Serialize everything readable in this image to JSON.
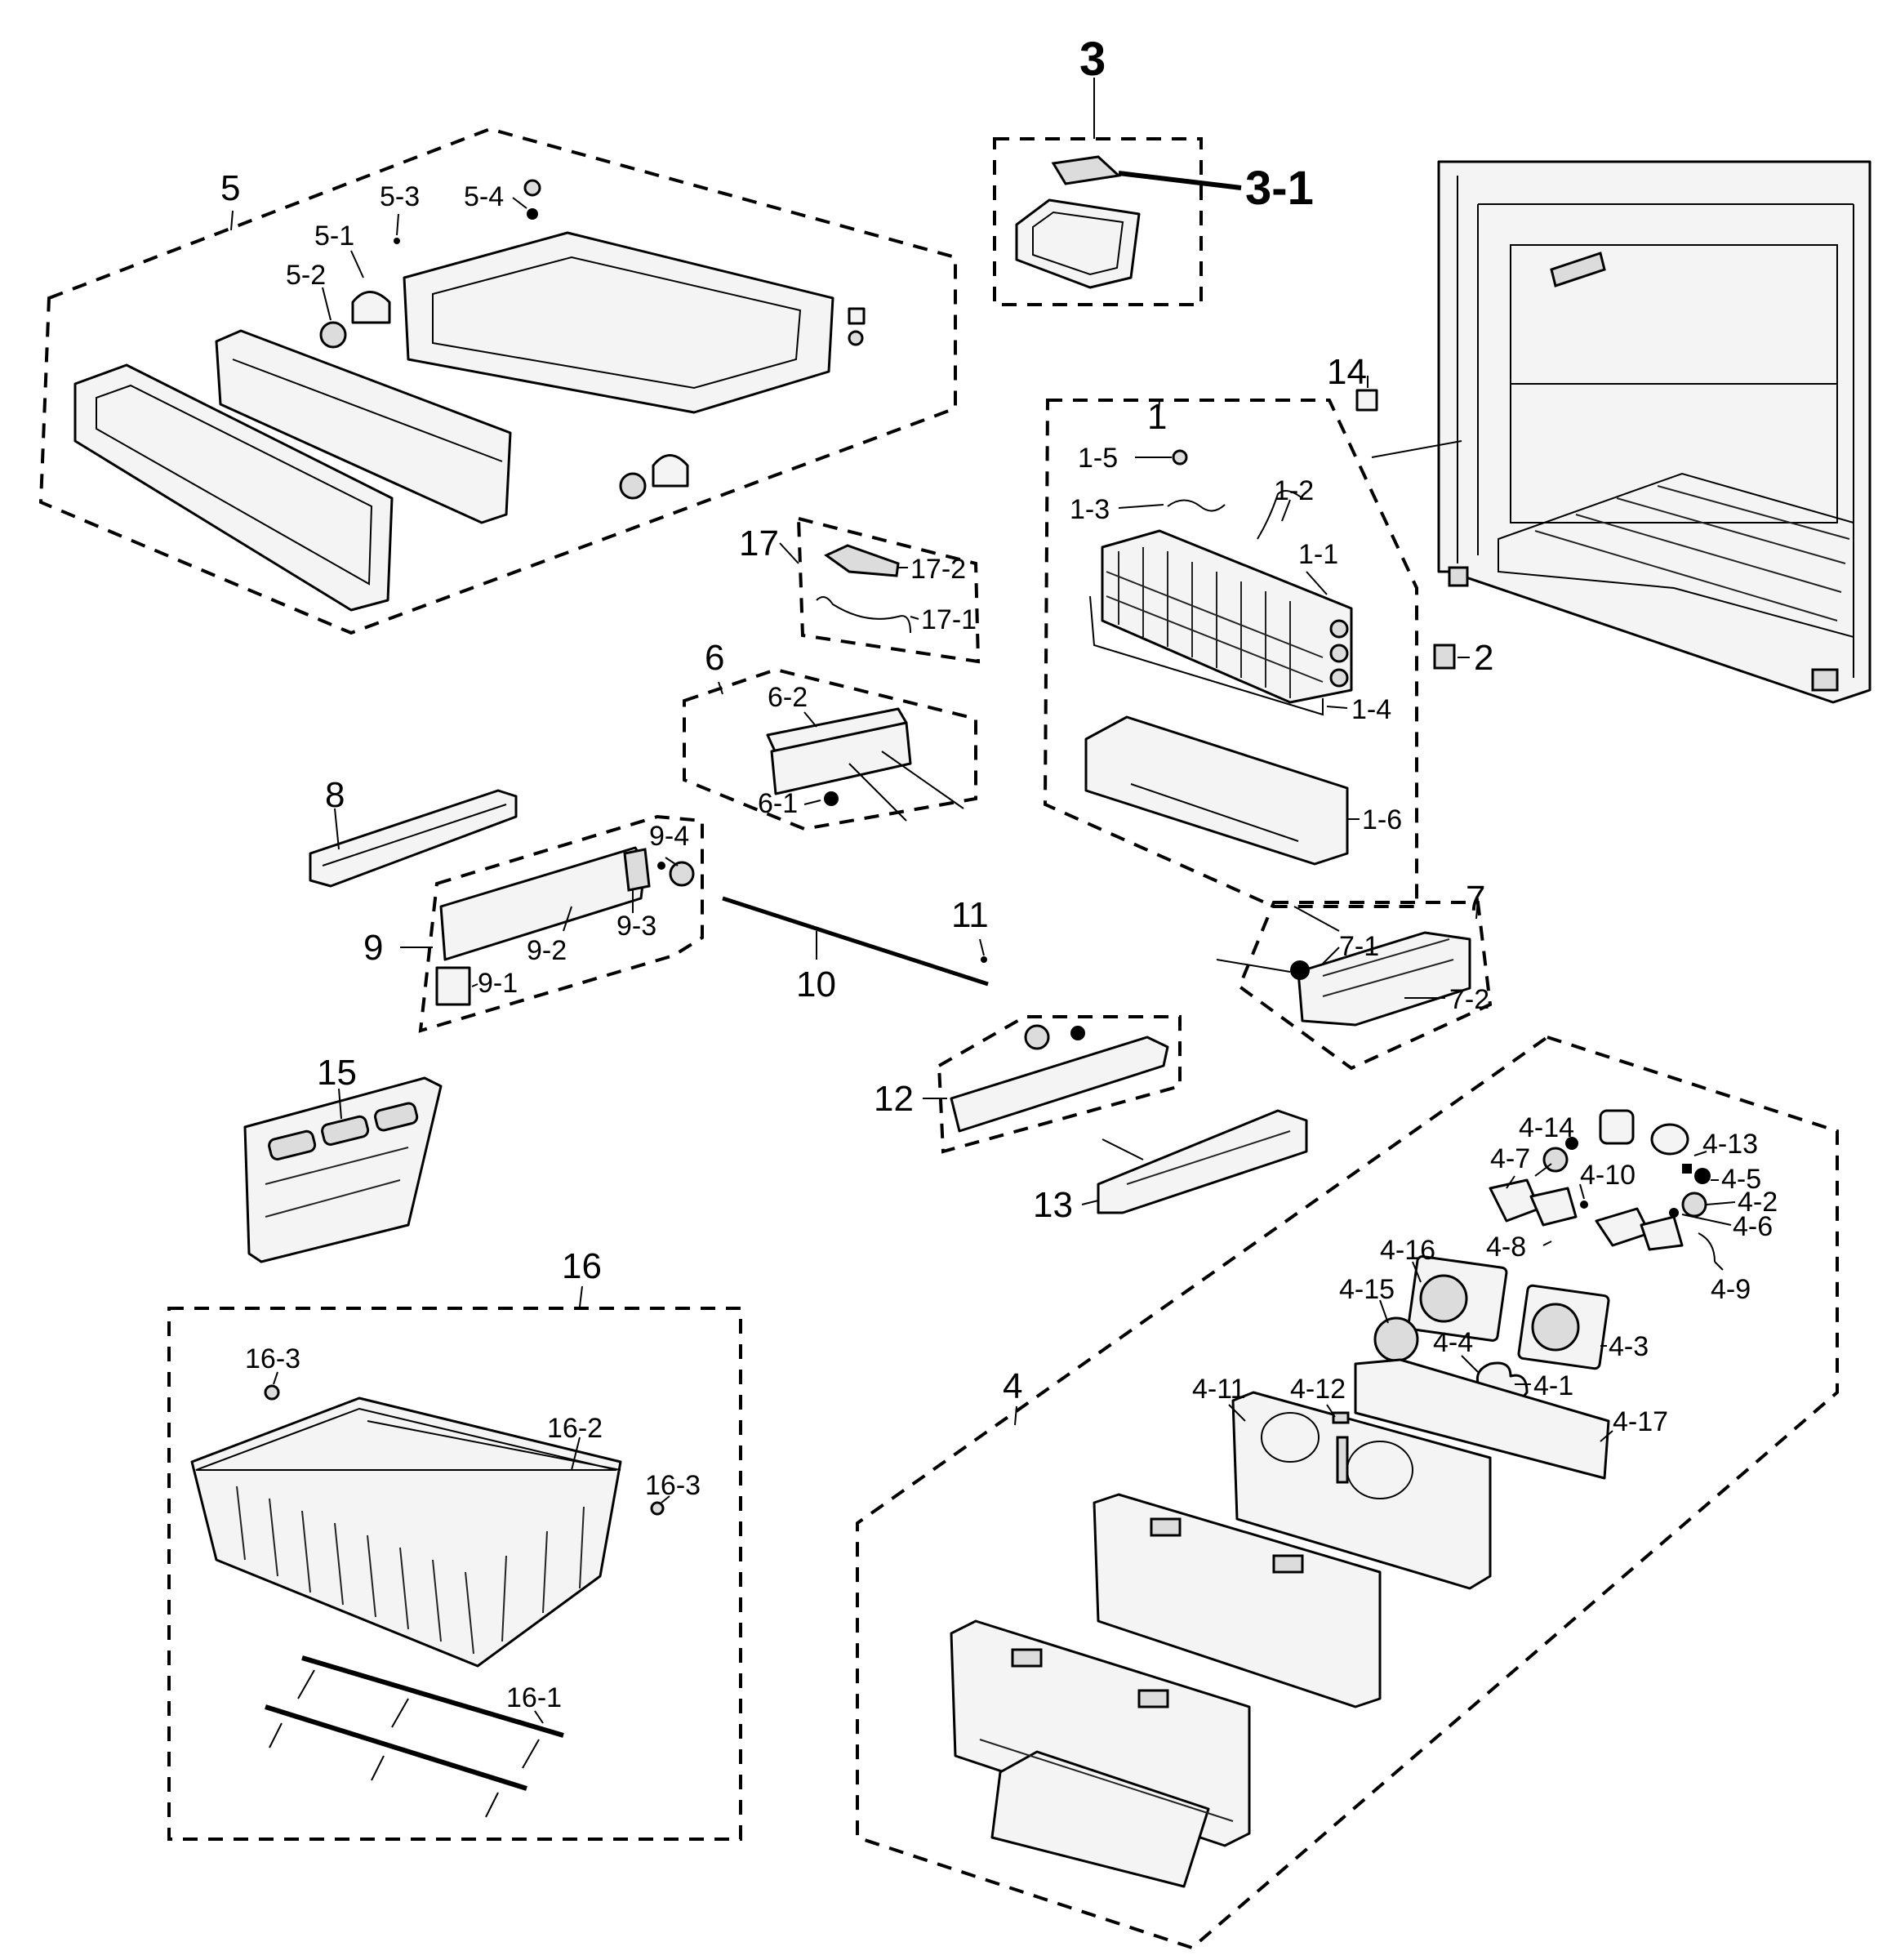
{
  "labels": {
    "g1": "1",
    "p1_1": "1-1",
    "p1_2": "1-2",
    "p1_3": "1-3",
    "p1_4": "1-4",
    "p1_5": "1-5",
    "p1_6": "1-6",
    "g2": "2",
    "g3": "3",
    "p3_1": "3-1",
    "g4": "4",
    "p4_1": "4-1",
    "p4_2": "4-2",
    "p4_3": "4-3",
    "p4_4": "4-4",
    "p4_5": "4-5",
    "p4_6": "4-6",
    "p4_7": "4-7",
    "p4_8": "4-8",
    "p4_9": "4-9",
    "p4_10": "4-10",
    "p4_11": "4-11",
    "p4_12": "4-12",
    "p4_13": "4-13",
    "p4_14": "4-14",
    "p4_15": "4-15",
    "p4_16": "4-16",
    "p4_17": "4-17",
    "g5": "5",
    "p5_1": "5-1",
    "p5_2": "5-2",
    "p5_3": "5-3",
    "p5_4": "5-4",
    "g6": "6",
    "p6_1": "6-1",
    "p6_2": "6-2",
    "g7": "7",
    "p7_1": "7-1",
    "p7_2": "7-2",
    "g8": "8",
    "g9": "9",
    "p9_1": "9-1",
    "p9_2": "9-2",
    "p9_3": "9-3",
    "p9_4": "9-4",
    "g10": "10",
    "g11": "11",
    "g12": "12",
    "g13": "13",
    "g14": "14",
    "g15": "15",
    "g16": "16",
    "p16_1": "16-1",
    "p16_2": "16-2",
    "p16_3a": "16-3",
    "p16_3b": "16-3",
    "g17": "17",
    "p17_1": "17-1",
    "p17_2": "17-2"
  }
}
